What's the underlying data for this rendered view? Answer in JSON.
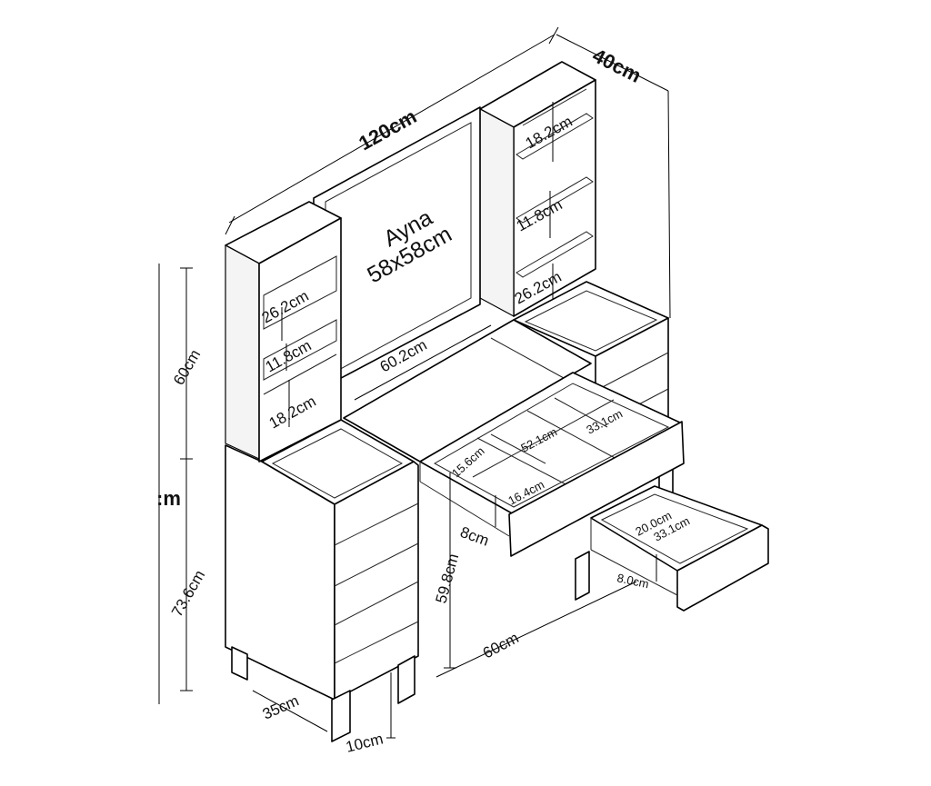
{
  "labels": {
    "total_width": "120cm",
    "depth": "40cm",
    "mirror_name": "Ayna",
    "mirror_size": "58x58cm",
    "mirror_bottom_width": "60.2cm",
    "left_shelf_top": "26.2cm",
    "left_shelf_mid": "11.8cm",
    "left_shelf_bottom": "18.2cm",
    "right_shelf_top": "18.2cm",
    "right_shelf_mid": "11.8cm",
    "right_shelf_bottom": "26.2cm",
    "upper_height": "60cm",
    "total_height_partial": ":m",
    "lower_height": "73.6cm",
    "cabinet_depth": "35cm",
    "leg_height": "10cm",
    "desk_height": "59.8cm",
    "desk_width": "60cm",
    "drawer_front_depth": "8cm",
    "drawer_compartment_1": "15.6cm",
    "drawer_compartment_2": "52.1cm",
    "drawer_compartment_3": "33.1cm",
    "drawer_compartment_4": "16.4cm",
    "small_drawer_width": "20.0cm",
    "small_drawer_depth": "33.1cm",
    "small_drawer_height": "8.0cm"
  }
}
